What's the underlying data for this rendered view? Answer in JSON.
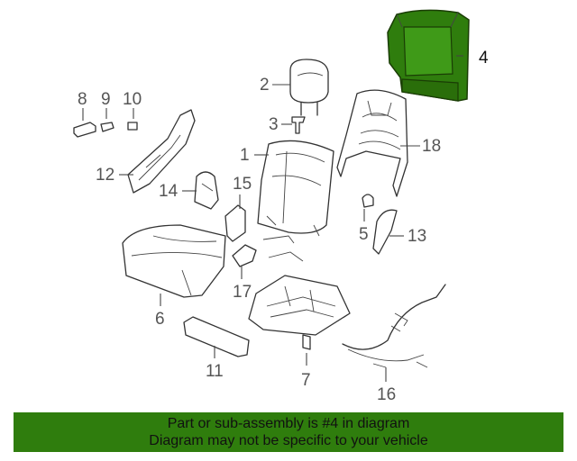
{
  "callouts": {
    "c1": "1",
    "c2": "2",
    "c3": "3",
    "c4": "4",
    "c5": "5",
    "c6": "6",
    "c7": "7",
    "c8": "8",
    "c9": "9",
    "c10": "10",
    "c11": "11",
    "c12": "12",
    "c13": "13",
    "c14": "14",
    "c15": "15",
    "c16": "16",
    "c17": "17",
    "c18": "18"
  },
  "highlight": {
    "part": "4",
    "color": "#2f7d0d"
  },
  "banner": {
    "line1": "Part or sub-assembly is #4 in diagram",
    "line2": "Diagram may not be specific to your vehicle",
    "background": "#2f7d0d"
  }
}
